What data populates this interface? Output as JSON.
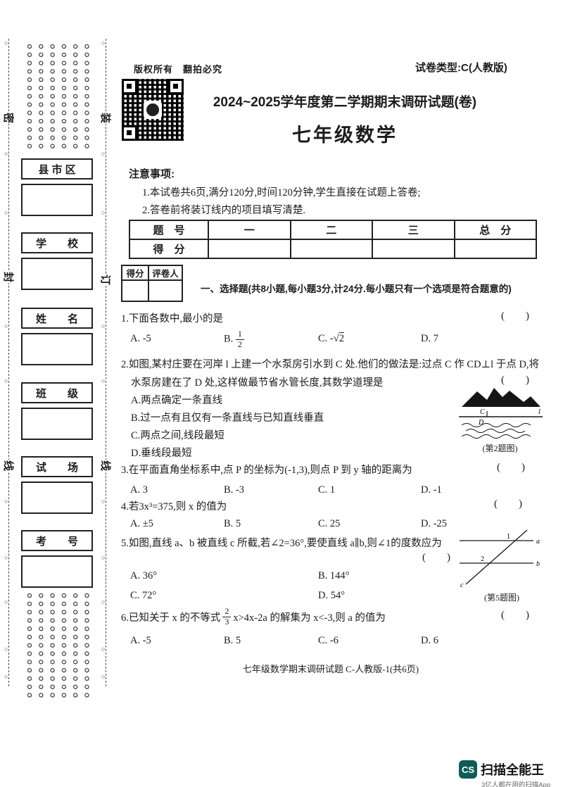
{
  "meta": {
    "copyright": "版权所有　翻拍必究",
    "paper_type": "试卷类型:C(人教版)",
    "title": "2024~2025学年度第二学期期末调研试题(卷)",
    "subject": "七年级数学",
    "footer": "七年级数学期末调研试题 C-人教版-1(共6页)"
  },
  "seal": {
    "outer": [
      "密",
      "封",
      "线"
    ],
    "inner": [
      "装",
      "订",
      "线"
    ]
  },
  "student_fields": [
    {
      "label": "县 市 区"
    },
    {
      "label": "学　　校"
    },
    {
      "label": "姓　　名"
    },
    {
      "label": "班　　级"
    },
    {
      "label": "试　　场"
    },
    {
      "label": "考　　号"
    }
  ],
  "notes": {
    "heading": "注意事项:",
    "item1": "1.本试卷共6页,满分120分,时间120分钟,学生直接在试题上答卷;",
    "item2": "2.答卷前将装订线内的项目填写清楚."
  },
  "score_table": {
    "header": [
      "题　号",
      "一",
      "二",
      "三",
      "总　分"
    ],
    "row_label": "得　分"
  },
  "grader": {
    "score": "得分",
    "grader": "评卷人"
  },
  "section1": "一、选择题(共8小题,每小题3分,计24分.每小题只有一个选项是符合题意的)",
  "paren": "(        )",
  "q1": {
    "text": "1.下面各数中,最小的是",
    "opt_a": "A. -5",
    "opt_b_label": "B.",
    "frac": {
      "num": "1",
      "den": "2"
    },
    "opt_c_prefix": "C. -√",
    "opt_c_radicand": "2",
    "opt_d": "D. 7"
  },
  "q2": {
    "line1": "2.如图,某村庄要在河岸 l 上建一个水泵房引水到 C 处.他们的做法是:过点 C 作 CD⊥l 于点 D,将",
    "line2": "水泵房建在了 D 处,这样做最节省水管长度,其数学道理是",
    "options": [
      "A.两点确定一条直线",
      "B.过一点有且仅有一条直线与已知直线垂直",
      "C.两点之间,线段最短",
      "D.垂线段最短"
    ]
  },
  "q3": {
    "text": "3.在平面直角坐标系中,点 P 的坐标为(-1,3),则点 P 到 y 轴的距离为",
    "options": [
      "A. 3",
      "B. -3",
      "C. 1",
      "D. -1"
    ]
  },
  "q4": {
    "text": "4.若3x³=375,则 x 的值为",
    "options": [
      "A. ±5",
      "B. 5",
      "C. 25",
      "D. -25"
    ]
  },
  "q5": {
    "text": "5.如图,直线 a、b 被直线 c 所截,若∠2=36°,要使直线 a∥b,则∠1的度数应为",
    "options": [
      "A. 36°",
      "B. 144°",
      "C. 72°",
      "D. 54°"
    ]
  },
  "q6": {
    "before": "6.已知关于 x 的不等式",
    "frac": {
      "num": "2",
      "den": "3"
    },
    "after": "x>4x-2a 的解集为 x<-3,则 a 的值为",
    "options": [
      "A. -5",
      "B. 5",
      "C. -6",
      "D. 6"
    ]
  },
  "fig2": {
    "caption": "(第2题图)",
    "c": "C",
    "d": "D",
    "l": "l"
  },
  "fig5": {
    "caption": "(第5题图)",
    "a": "a",
    "b": "b",
    "c": "c",
    "n1": "1",
    "n2": "2"
  },
  "camscanner": {
    "badge": "CS",
    "name": "扫描全能王",
    "tagline": "3亿人都在用的扫描App"
  }
}
